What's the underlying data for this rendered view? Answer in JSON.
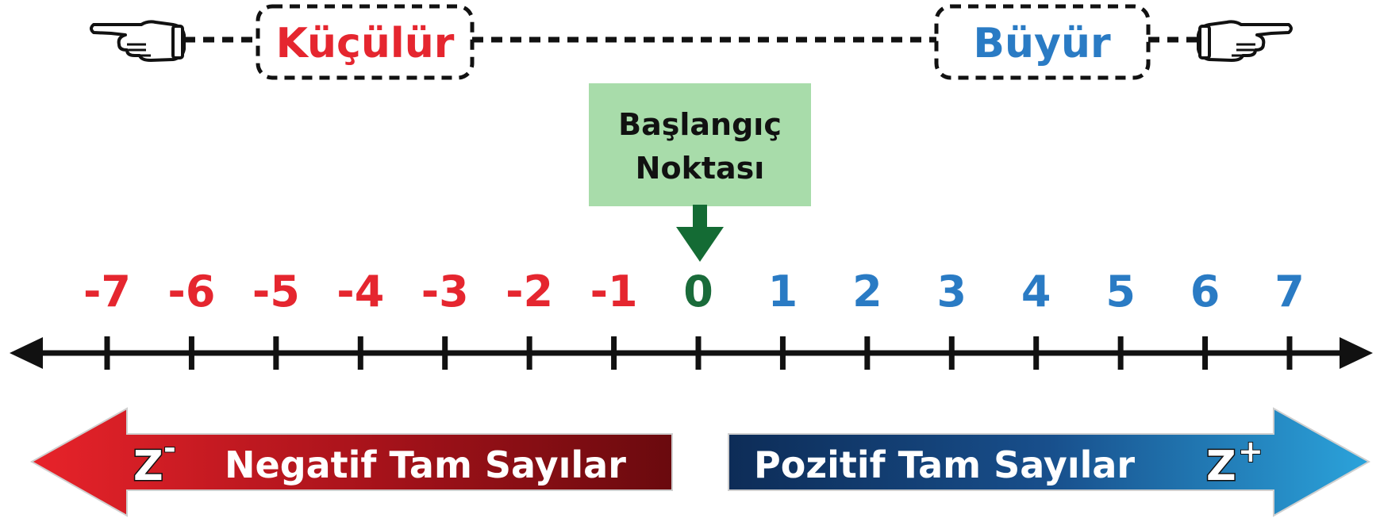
{
  "top": {
    "decrease_label": "Küçülür",
    "increase_label": "Büyür"
  },
  "origin": {
    "line1": "Başlangıç",
    "line2": "Noktası"
  },
  "number_line": {
    "ticks": [
      {
        "label": "-7",
        "value": -7
      },
      {
        "label": "-6",
        "value": -6
      },
      {
        "label": "-5",
        "value": -5
      },
      {
        "label": "-4",
        "value": -4
      },
      {
        "label": "-3",
        "value": -3
      },
      {
        "label": "-2",
        "value": -2
      },
      {
        "label": "-1",
        "value": -1
      },
      {
        "label": "0",
        "value": 0
      },
      {
        "label": "1",
        "value": 1
      },
      {
        "label": "2",
        "value": 2
      },
      {
        "label": "3",
        "value": 3
      },
      {
        "label": "4",
        "value": 4
      },
      {
        "label": "5",
        "value": 5
      },
      {
        "label": "6",
        "value": 6
      },
      {
        "label": "7",
        "value": 7
      }
    ]
  },
  "negative_arrow": {
    "symbol": "Z",
    "superscript": "-",
    "label": "Negatif Tam Sayılar"
  },
  "positive_arrow": {
    "symbol": "Z",
    "superscript": "+",
    "label": "Pozitif Tam Sayılar"
  },
  "colors": {
    "negative": "#e5262f",
    "positive": "#2a7bc4",
    "zero": "#1a6b3a",
    "origin_box": "#a8dcaa",
    "origin_arrow": "#146b34"
  }
}
